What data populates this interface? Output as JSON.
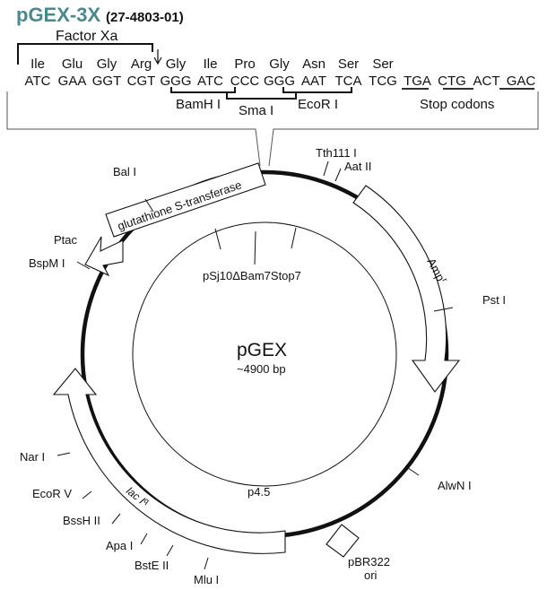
{
  "header": {
    "name": "pGEX-3X",
    "catalog": "(27-4803-01)",
    "name_color": "#4a8a8c"
  },
  "factor_xa": "Factor Xa",
  "amino_acids": [
    "Ile",
    "Glu",
    "Gly",
    "Arg",
    "Gly",
    "Ile",
    "Pro",
    "Gly",
    "Asn",
    "Ser",
    "Ser"
  ],
  "codons": [
    "ATC",
    "GAA",
    "GGT",
    "CGT",
    "GGG",
    "ATC",
    "CCC",
    "GGG",
    "AAT",
    "TCA",
    "TCG",
    "TGA",
    "CTG",
    "ACT",
    "GAC"
  ],
  "sites": {
    "bamhi": "BamH I",
    "smai": "Sma I",
    "ecori_top": "EcoR I",
    "stop": "Stop codons"
  },
  "plasmid": {
    "name": "pGEX",
    "size": "~4900 bp",
    "inner_label": "pSj10ΔBam7Stop7",
    "p45": "p4.5"
  },
  "genes": {
    "gst": "glutathione S-transferase",
    "amp": "Amp",
    "amp_sup": "r",
    "lac": "lac I",
    "lac_sup": "q",
    "ori": "pBR322\nori",
    "ptac": "Ptac"
  },
  "restriction_sites": {
    "tth111i": "Tth111 I",
    "aatii": "Aat II",
    "bali": "Bal I",
    "bspmi": "BspM I",
    "psti": "Pst I",
    "nari": "Nar I",
    "ecorv": "EcoR V",
    "bsshii": "BssH II",
    "apai": "Apa I",
    "bsteii": "BstE II",
    "mlui": "Mlu I",
    "alwni": "AlwN I"
  }
}
